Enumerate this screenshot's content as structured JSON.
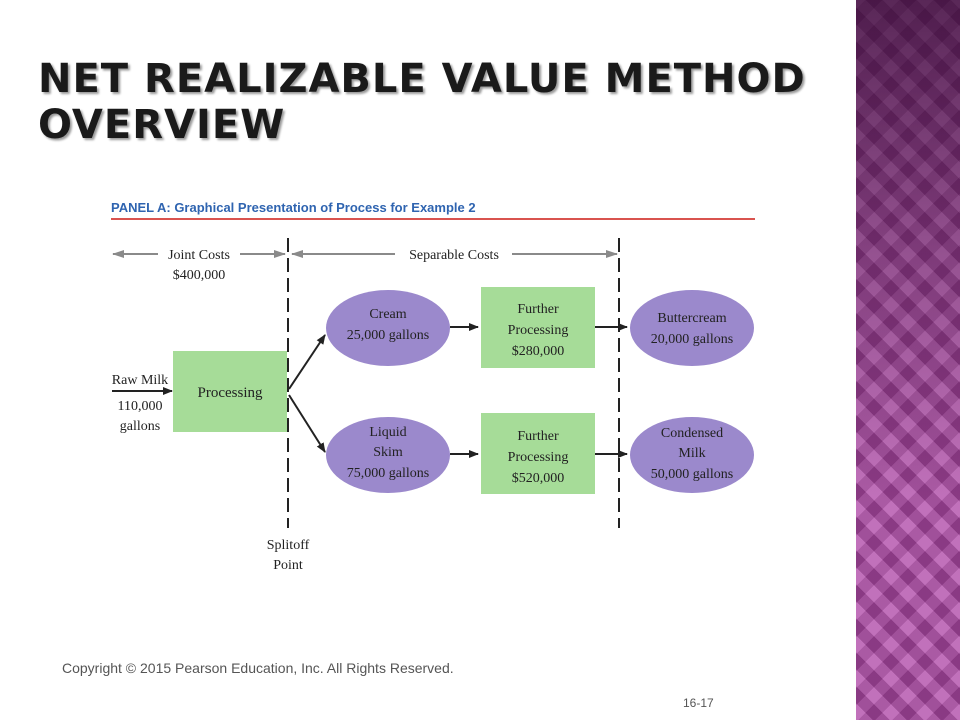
{
  "slide": {
    "title_line1": "Net Realizable Value Method",
    "title_line2": "Overview",
    "copyright": "Copyright © 2015 Pearson Education, Inc. All Rights Reserved.",
    "page_number": "16-17"
  },
  "colors": {
    "rule": "#d9534f",
    "panel_title": "#2f64b0",
    "box_green": "#a6dc98",
    "ellipse_purple": "#9b89cc",
    "band": "#b04aa8"
  },
  "diagram": {
    "panel_title": "PANEL A: Graphical Presentation of Process for Example 2",
    "joint_costs": {
      "label": "Joint Costs",
      "amount": "$400,000"
    },
    "separable_costs": {
      "label": "Separable Costs"
    },
    "raw_milk": {
      "line1": "Raw Milk",
      "line2": "110,000",
      "line3": "gallons"
    },
    "processing": {
      "label": "Processing"
    },
    "splitoff": {
      "line1": "Splitoff",
      "line2": "Point"
    },
    "cream": {
      "line1": "Cream",
      "line2": "25,000 gallons"
    },
    "liquid_skim": {
      "line1": "Liquid",
      "line2": "Skim",
      "line3": "75,000 gallons"
    },
    "further_processing_top": {
      "line1": "Further",
      "line2": "Processing",
      "line3": "$280,000"
    },
    "further_processing_bottom": {
      "line1": "Further",
      "line2": "Processing",
      "line3": "$520,000"
    },
    "buttercream": {
      "line1": "Buttercream",
      "line2": "20,000 gallons"
    },
    "condensed_milk": {
      "line1": "Condensed",
      "line2": "Milk",
      "line3": "50,000 gallons"
    }
  }
}
